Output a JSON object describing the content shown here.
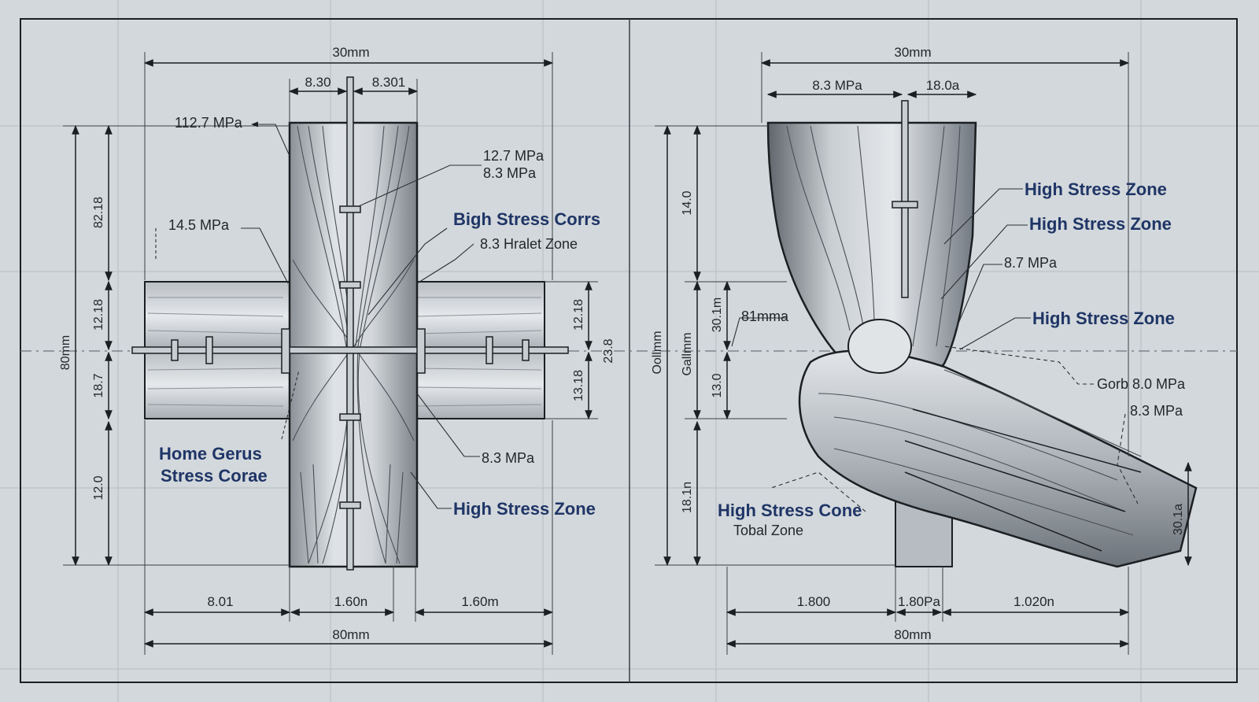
{
  "colors": {
    "paper": "#d3d8dc",
    "line": "#1c1f22",
    "zone_label": "#1f3566",
    "shade_dark": "#6f757b",
    "shade_light": "#e3e7ea"
  },
  "left": {
    "top_overall": "30mm",
    "top_left_half": "8.30",
    "top_right_half": "8.301",
    "callout_top_left": "112.7 MPa",
    "callout_pair_1": "12.7 MPa",
    "callout_pair_2": "8.3 MPa",
    "callout_mid_left": "14.5 MPa",
    "zone_upper_1": "Bigh Stress Corrs",
    "zone_upper_2": "8.3 Hralet Zone",
    "zone_lower_left_1": "Home Gerus",
    "zone_lower_left_2": "Stress Corae",
    "callout_lower_right": "8.3 MPa",
    "zone_lower_right": "High Stress Zone",
    "v_outer": "80mm",
    "v_inner_1": "82.18",
    "v_inner_2": "12.18",
    "v_inner_3": "18.7",
    "v_inner_4": "12.0",
    "v_right_1": "12.18",
    "v_right_2": "23.8",
    "v_right_3": "13.18",
    "bottom_1": "8.01",
    "bottom_2": "1.60n",
    "bottom_3": "1.60m",
    "bottom_overall": "80mm"
  },
  "right": {
    "top_overall": "30mm",
    "top_left_half": "8.3 MPa",
    "top_right_half": "18.0a",
    "zone_1": "High Stress Zone",
    "zone_2": "High Stress Zone",
    "callout_1": "8.7 MPa",
    "zone_3": "High Stress Zone",
    "callout_2": "Gorb 8.0 MPa",
    "callout_3": "8.3 MPa",
    "callout_mid_left": "81mma",
    "zone_bottom_1": "High Stress Cone",
    "zone_bottom_2": "Tobal Zone",
    "v_outer": "Oollmm",
    "v_inner_1": "14.0",
    "v_inner_2": "Gallmm",
    "v_inner_3": "13.0",
    "v_inner_4": "18.1n",
    "v_mid_1": "30.1m",
    "v_right": "30.1a",
    "bottom_1": "1.800",
    "bottom_2": "1.80Pa",
    "bottom_3": "1.020n",
    "bottom_overall": "80mm"
  }
}
